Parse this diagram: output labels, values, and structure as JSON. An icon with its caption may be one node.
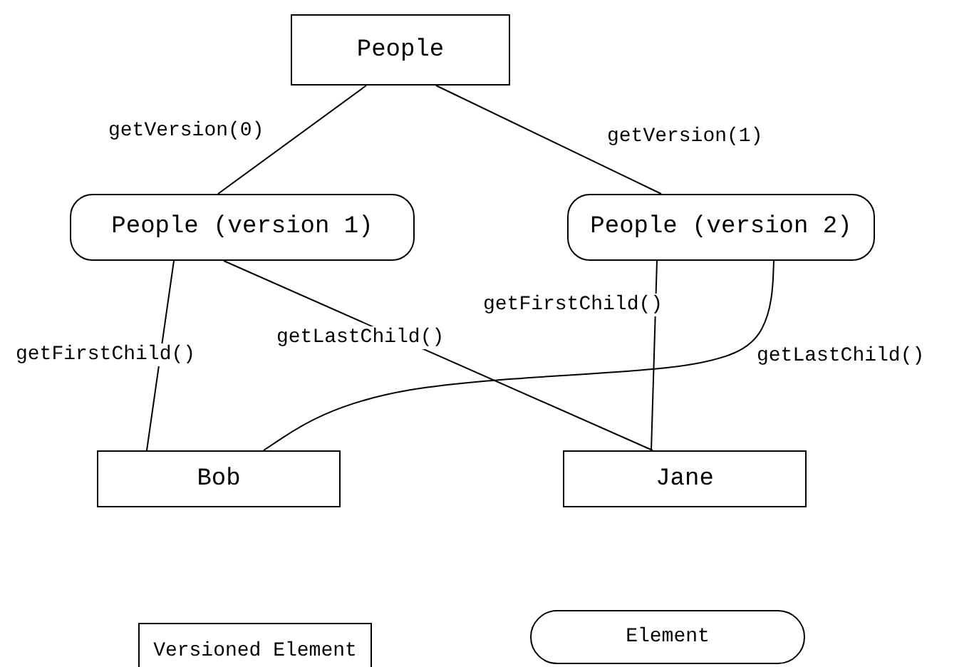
{
  "diagram": {
    "nodes": [
      {
        "text": [
          "People"
        ]
      },
      {
        "text": [
          "People (version 1)"
        ]
      },
      {
        "text": [
          "People (version 2)"
        ]
      },
      {
        "text": [
          "Bob"
        ]
      },
      {
        "text": [
          "Jane"
        ]
      }
    ],
    "edges": [
      {
        "from": 0,
        "to": 1,
        "arrow": "none",
        "label": "getVersion(0)"
      },
      {
        "from": 0,
        "to": 2,
        "arrow": "none",
        "label": "getVersion(1)"
      },
      {
        "from": 1,
        "to": 3,
        "arrow": "none",
        "label": "getFirstChild()"
      },
      {
        "from": 1,
        "to": 4,
        "arrow": "none",
        "label": "getLastChild()"
      },
      {
        "from": 2,
        "to": 4,
        "arrow": "none",
        "label": "getFirstChild()"
      },
      {
        "from": 2,
        "to": 3,
        "arrow": "none",
        "label": "getLastChild()"
      }
    ],
    "legend": [
      {
        "text": "Versioned Element"
      },
      {
        "text": "Element"
      }
    ]
  }
}
